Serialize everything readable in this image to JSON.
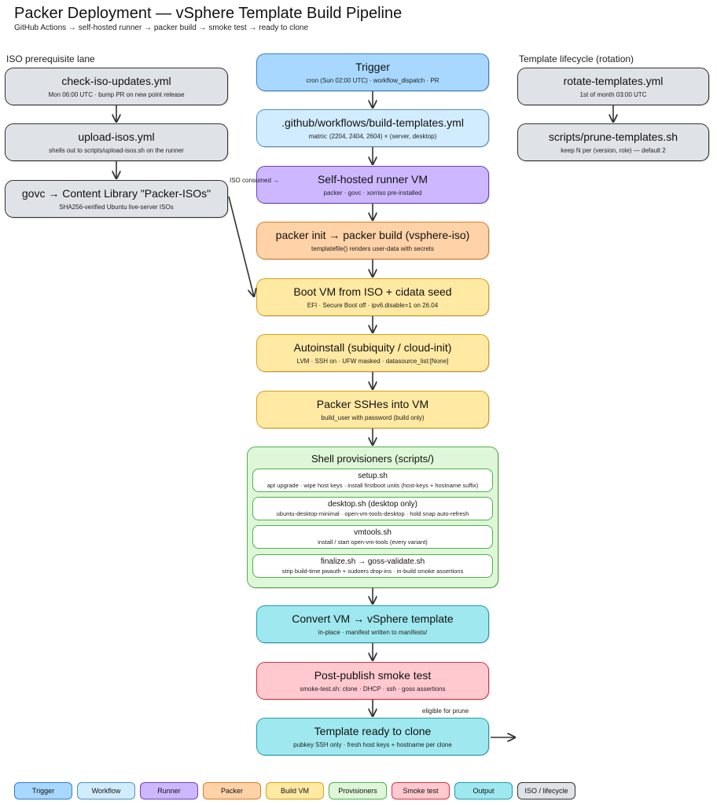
{
  "header": {
    "title": "Packer Deployment — vSphere Template Build Pipeline",
    "subtitle": "GitHub Actions → self-hosted runner → packer build → smoke test → ready to clone"
  },
  "lanes": {
    "iso": "ISO prerequisite lane",
    "lifecycle": "Template lifecycle (rotation)"
  },
  "iso_lane": [
    {
      "title": "check-iso-updates.yml",
      "sub": "Mon 06:00 UTC · bump PR on new point release"
    },
    {
      "title": "upload-isos.yml",
      "sub": "shells out to scripts/upload-isos.sh on the runner"
    },
    {
      "title": "govc  →  Content Library \"Packer-ISOs\"",
      "sub": "SHA256-verified Ubuntu live-server ISOs"
    }
  ],
  "lifecycle_lane": [
    {
      "title": "rotate-templates.yml",
      "sub": "1st of month 03:00 UTC"
    },
    {
      "title": "scripts/prune-templates.sh",
      "sub": "keep N per (version, role) — default 2"
    }
  ],
  "pipeline": {
    "trigger": {
      "title": "Trigger",
      "sub": "cron (Sun 02:00 UTC) · workflow_dispatch · PR"
    },
    "workflow": {
      "title": ".github/workflows/build-templates.yml",
      "sub": "matrix: (2204, 2404, 2604) × (server, desktop)"
    },
    "runner": {
      "title": "Self-hosted runner VM",
      "sub": "packer · govc · xorriso pre-installed"
    },
    "packer": {
      "title": "packer init  →  packer build  (vsphere-iso)",
      "sub": "templatefile() renders user-data with secrets"
    },
    "boot": {
      "title": "Boot VM from ISO + cidata seed",
      "sub": "EFI · Secure Boot off · ipv6.disable=1 on 26.04"
    },
    "autoinstall": {
      "title": "Autoinstall (subiquity / cloud-init)",
      "sub": "LVM · SSH on · UFW masked · datasource_list:[None]"
    },
    "ssh": {
      "title": "Packer SSHes into VM",
      "sub": "build_user with password (build only)"
    },
    "provisioners": {
      "title": "Shell provisioners (scripts/)",
      "items": [
        {
          "title": "setup.sh",
          "sub": "apt upgrade · wipe host keys · install firstboot units (host-keys + hostname suffix)"
        },
        {
          "title": "desktop.sh   (desktop only)",
          "sub": "ubuntu-desktop-minimal · open-vm-tools-desktop · hold snap auto-refresh"
        },
        {
          "title": "vmtools.sh",
          "sub": "install / start open-vm-tools (every variant)"
        },
        {
          "title": "finalize.sh  →  goss-validate.sh",
          "sub": "strip build-time pwauth + sudoers drop-ins · in-build smoke assertions"
        }
      ]
    },
    "convert": {
      "title": "Convert VM → vSphere template",
      "sub": "in-place · manifest written to manifests/"
    },
    "smoke": {
      "title": "Post-publish smoke test",
      "sub": "smoke-test.sh: clone · DHCP · ssh · goss assertions"
    },
    "ready": {
      "title": "Template ready to clone",
      "sub": "pubkey SSH only · fresh host keys + hostname per clone"
    }
  },
  "notes": {
    "iso_consumed": "ISO consumed →",
    "eligible": "eligible for prune"
  },
  "legend": [
    {
      "label": "Trigger",
      "fill": "#a8d8ff",
      "stroke": "#2f7fd3"
    },
    {
      "label": "Workflow",
      "fill": "#d2ecff",
      "stroke": "#4f8fc6"
    },
    {
      "label": "Runner",
      "fill": "#cdb8ff",
      "stroke": "#6a42c4"
    },
    {
      "label": "Packer",
      "fill": "#ffd2a8",
      "stroke": "#e07a1f"
    },
    {
      "label": "Build VM",
      "fill": "#ffe9a3",
      "stroke": "#d9a013"
    },
    {
      "label": "Provisioners",
      "fill": "#dff7d9",
      "stroke": "#4fb04a"
    },
    {
      "label": "Smoke test",
      "fill": "#ffc9cf",
      "stroke": "#d9323f"
    },
    {
      "label": "Output",
      "fill": "#9fe8ef",
      "stroke": "#1b9eb0"
    },
    {
      "label": "ISO / lifecycle",
      "fill": "#dfe2e6",
      "stroke": "#333333"
    }
  ]
}
